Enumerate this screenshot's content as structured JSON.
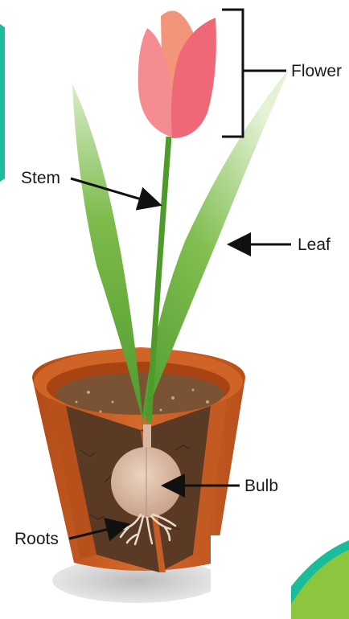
{
  "labels": {
    "flower": "Flower",
    "stem": "Stem",
    "leaf": "Leaf",
    "bulb": "Bulb",
    "roots": "Roots"
  },
  "colors": {
    "petal": "#f47f86",
    "petal_dark": "#ee6877",
    "petal_back": "#f3957b",
    "leaf": "#6fae3e",
    "stem": "#4e9a2a",
    "pot": "#c85a22",
    "pot_inner": "#a94312",
    "soil": "#5a3a24",
    "bulb": "#d8b7a0",
    "teal_frame": "#1abc9c",
    "green_swoosh": "#8cc63f"
  }
}
